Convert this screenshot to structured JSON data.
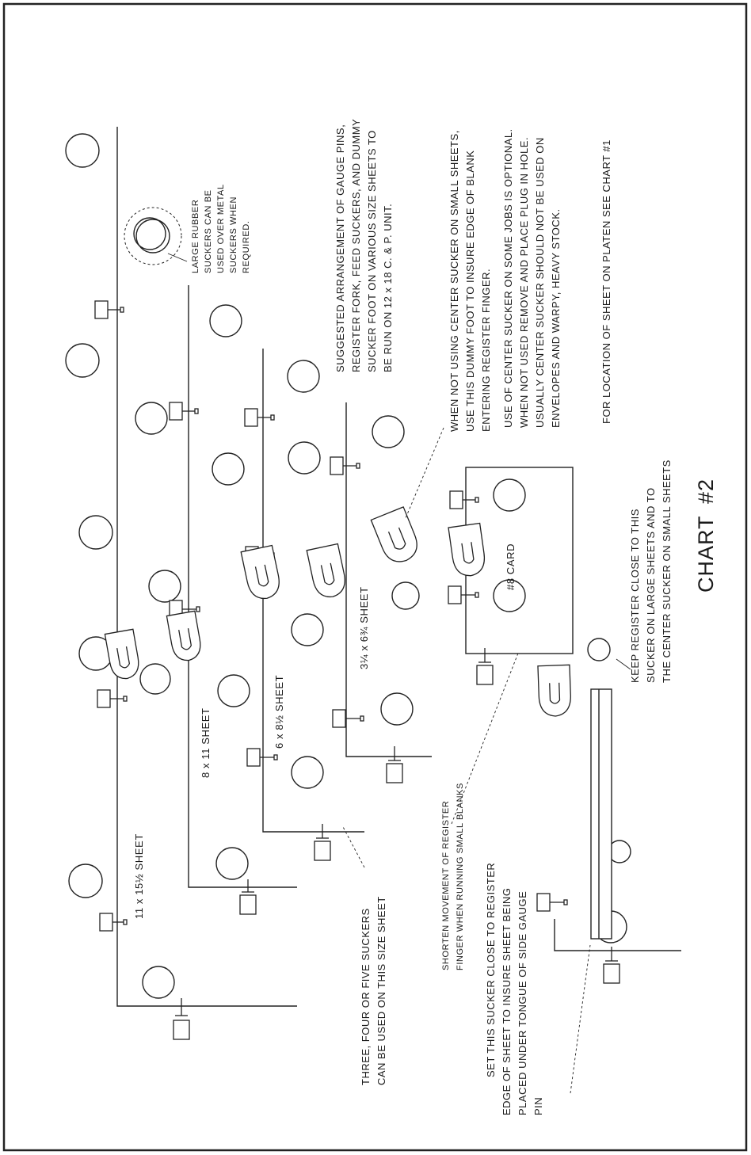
{
  "chart_title": "CHART",
  "chart_number": "#2",
  "sheet_labels": {
    "s11": "11 x 15½ SHEET",
    "s8": "8 x 11 SHEET",
    "s6": "6 x 8½ SHEET",
    "s3": "3¼ x 6¾ SHEET",
    "card": "#8 CARD"
  },
  "notes": {
    "arrangement": [
      "SUGGESTED ARRANGEMENT OF GAUGE PINS,",
      "REGISTER FORK, FEED SUCKERS, AND DUMMY",
      "SUCKER FOOT ON VARIOUS SIZE SHEETS TO",
      "BE RUN ON 12 x 18 C. & P. UNIT."
    ],
    "rubber": [
      "LARGE RUBBER",
      "SUCKERS CAN BE",
      "USED OVER METAL",
      "SUCKERS WHEN",
      "REQUIRED."
    ],
    "dummy": [
      "WHEN NOT USING CENTER SUCKER ON SMALL SHEETS,",
      "USE THIS DUMMY FOOT TO INSURE EDGE OF BLANK",
      "ENTERING REGISTER FINGER."
    ],
    "center": [
      "USE OF CENTER SUCKER ON SOME JOBS IS OPTIONAL.",
      "WHEN NOT USED REMOVE AND PLACE PLUG IN HOLE.",
      "USUALLY CENTER SUCKER SHOULD NOT BE USED ON",
      "ENVELOPES AND WARPY, HEAVY STOCK."
    ],
    "platen": "FOR LOCATION OF SHEET ON PLATEN SEE CHART #1",
    "keep": [
      "KEEP REGISTER CLOSE TO THIS",
      "SUCKER ON LARGE SHEETS AND TO",
      "THE CENTER SUCKER ON SMALL SHEETS"
    ],
    "three": [
      "THREE, FOUR OR FIVE  SUCKERS",
      "CAN BE USED ON THIS SIZE  SHEET"
    ],
    "shorten": [
      "SHORTEN MOVEMENT OF REGISTER",
      "FINGER WHEN RUNNING SMALL BLANKS"
    ],
    "setthis": [
      "SET THIS SUCKER CLOSE TO REGISTER",
      "EDGE OF SHEET TO INSURE SHEET BEING",
      "PLACED UNDER TONGUE OF SIDE GAUGE",
      "PIN"
    ]
  }
}
